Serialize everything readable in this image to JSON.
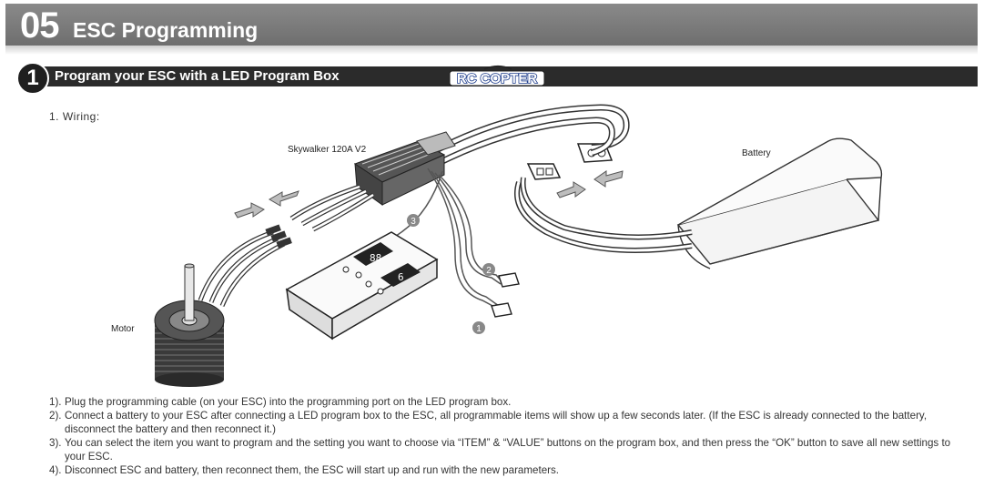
{
  "header": {
    "number": "05",
    "title": "ESC Programming"
  },
  "section": {
    "badge": "1",
    "title": "Program your ESC with a LED Program Box",
    "logo": "RC COPTER"
  },
  "wiring": {
    "heading": "1.  Wiring:"
  },
  "diagram": {
    "esc_label": "Skywalker 120A V2",
    "battery_label": "Battery",
    "motor_label": "Motor",
    "callouts": [
      "1",
      "2",
      "3"
    ],
    "display_left": "88",
    "display_right": "6"
  },
  "steps": [
    {
      "n": "1).",
      "text": "Plug the programming cable (on your ESC) into the programming port on the LED program box."
    },
    {
      "n": "2).",
      "text": "Connect a battery to your ESC after connecting a LED program box to the ESC, all programmable items will show up a few seconds later. (If the ESC is already connected to the battery, disconnect the battery and then reconnect it.)"
    },
    {
      "n": "3).",
      "text": "You can select the item you want to program and the setting you want to choose via “ITEM” & “VALUE” buttons on the program box, and then press the “OK” button to save all new settings to your ESC."
    },
    {
      "n": "4).",
      "text": "Disconnect ESC and battery, then reconnect them, the ESC will start up and run with the new parameters."
    }
  ]
}
